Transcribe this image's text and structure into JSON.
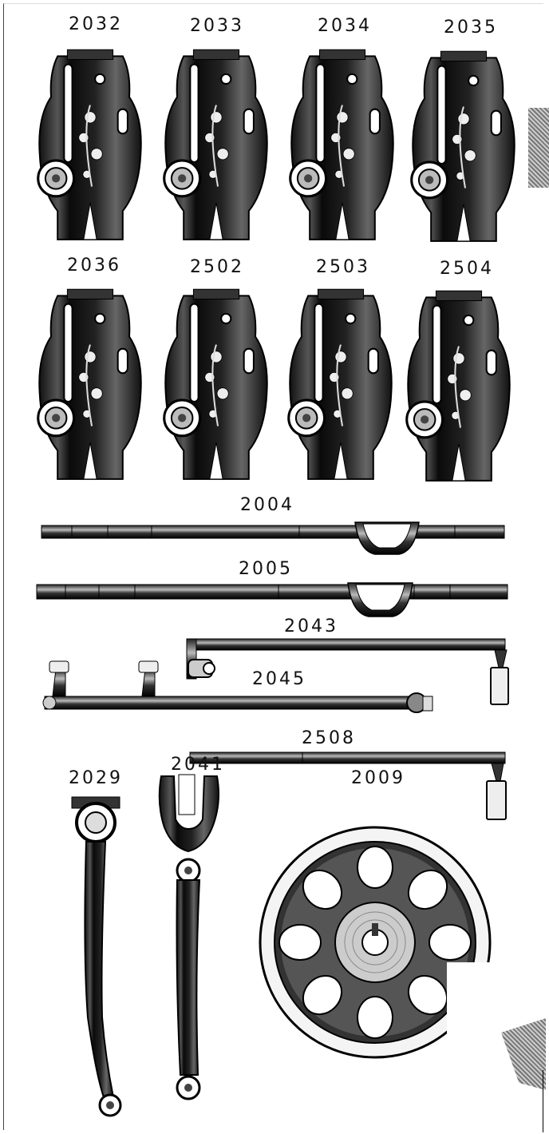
{
  "parts": {
    "p2032": "2032",
    "p2033": "2033",
    "p2034": "2034",
    "p2035": "2035",
    "p2036": "2036",
    "p2502": "2502",
    "p2503": "2503",
    "p2504": "2504",
    "p2004": "2004",
    "p2005": "2005",
    "p2043": "2043",
    "p2045": "2045",
    "p2508": "2508",
    "p2029": "2029",
    "p2041": "2041",
    "p2009": "2009"
  }
}
